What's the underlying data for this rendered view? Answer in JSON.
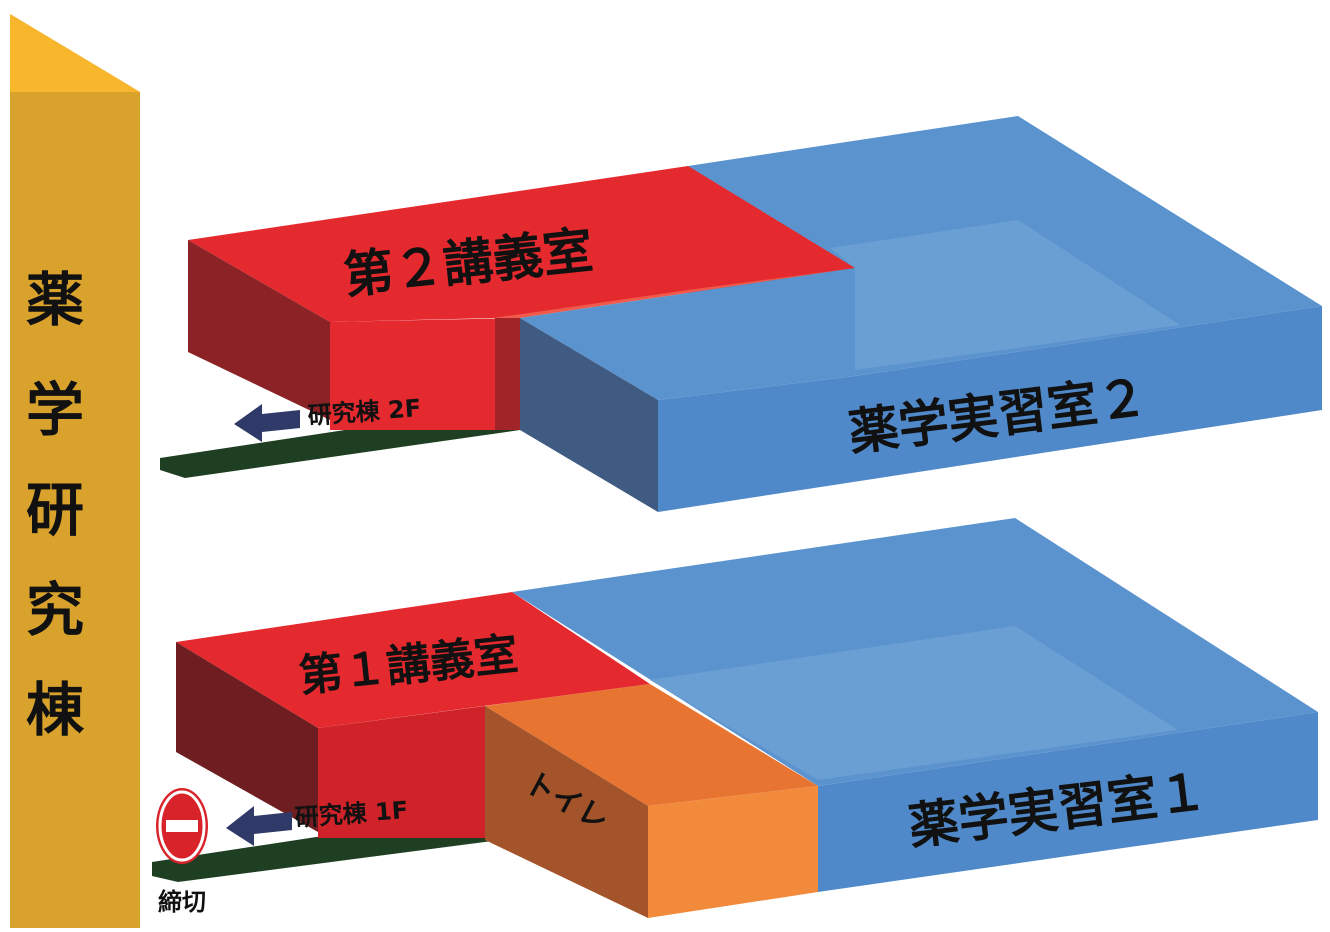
{
  "building": {
    "name_chars": [
      "薬",
      "学",
      "研",
      "究",
      "棟"
    ]
  },
  "floor2": {
    "lecture_room": "第２講義室",
    "lab": "薬学実習室２",
    "corridor": "研究棟 2F"
  },
  "floor1": {
    "lecture_room": "第１講義室",
    "toilet": "トイレ",
    "lab": "薬学実習室１",
    "corridor": "研究棟 1F",
    "closed_label": "締切"
  },
  "colors": {
    "tower": "#d9a22c",
    "tower_top": "#f8b62d",
    "red": "#e52a2f",
    "red_dark": "#8b2326",
    "blue": "#5b93cf",
    "blue_dark": "#3f5b82",
    "orange": "#f28a3c",
    "orange_dark": "#a4542b",
    "corridor": "#1f3f23",
    "arrow": "#2f3a69",
    "no_entry": "#d8232a"
  },
  "icons": [
    "arrow-left-icon",
    "no-entry-icon"
  ]
}
